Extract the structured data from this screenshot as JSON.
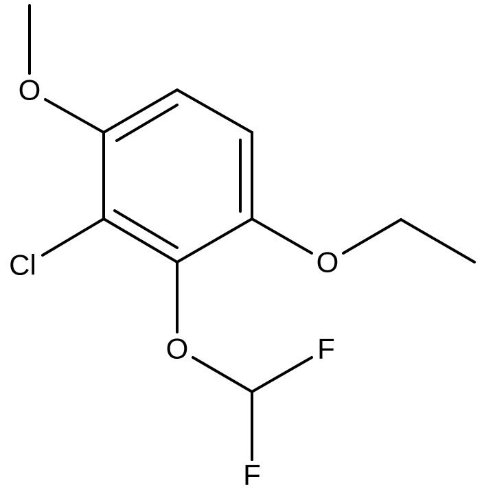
{
  "molecule": {
    "atoms": {
      "o_methoxy": "O",
      "cl": "Cl",
      "o_ethoxy": "O",
      "o_difluoromethoxy": "O",
      "f_top": "F",
      "f_bottom": "F"
    }
  },
  "colors": {
    "bond": "#000000",
    "label": "#000000",
    "background": "#ffffff"
  }
}
